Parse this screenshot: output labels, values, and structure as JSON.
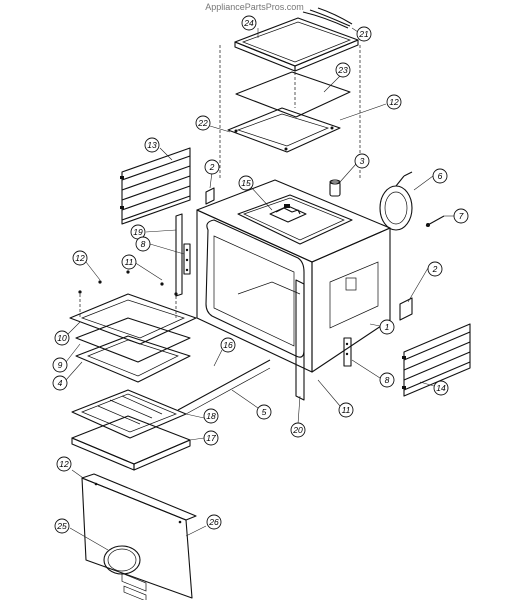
{
  "watermark": "AppliancePartsPros.com",
  "callouts": [
    {
      "id": "c24",
      "label": "24"
    },
    {
      "id": "c21",
      "label": "21"
    },
    {
      "id": "c23",
      "label": "23"
    },
    {
      "id": "c12a",
      "label": "12"
    },
    {
      "id": "c22",
      "label": "22"
    },
    {
      "id": "c13",
      "label": "13"
    },
    {
      "id": "c2a",
      "label": "2"
    },
    {
      "id": "c3",
      "label": "3"
    },
    {
      "id": "c15",
      "label": "15"
    },
    {
      "id": "c6",
      "label": "6"
    },
    {
      "id": "c7",
      "label": "7"
    },
    {
      "id": "c19",
      "label": "19"
    },
    {
      "id": "c8a",
      "label": "8"
    },
    {
      "id": "c12b",
      "label": "12"
    },
    {
      "id": "c11a",
      "label": "11"
    },
    {
      "id": "c2b",
      "label": "2"
    },
    {
      "id": "c10",
      "label": "10"
    },
    {
      "id": "c9",
      "label": "9"
    },
    {
      "id": "c4",
      "label": "4"
    },
    {
      "id": "c1",
      "label": "1"
    },
    {
      "id": "c16",
      "label": "16"
    },
    {
      "id": "c8b",
      "label": "8"
    },
    {
      "id": "c14",
      "label": "14"
    },
    {
      "id": "c5",
      "label": "5"
    },
    {
      "id": "c11b",
      "label": "11"
    },
    {
      "id": "c18",
      "label": "18"
    },
    {
      "id": "c20",
      "label": "20"
    },
    {
      "id": "c17",
      "label": "17"
    },
    {
      "id": "c12c",
      "label": "12"
    },
    {
      "id": "c25",
      "label": "25"
    },
    {
      "id": "c26",
      "label": "26"
    }
  ]
}
